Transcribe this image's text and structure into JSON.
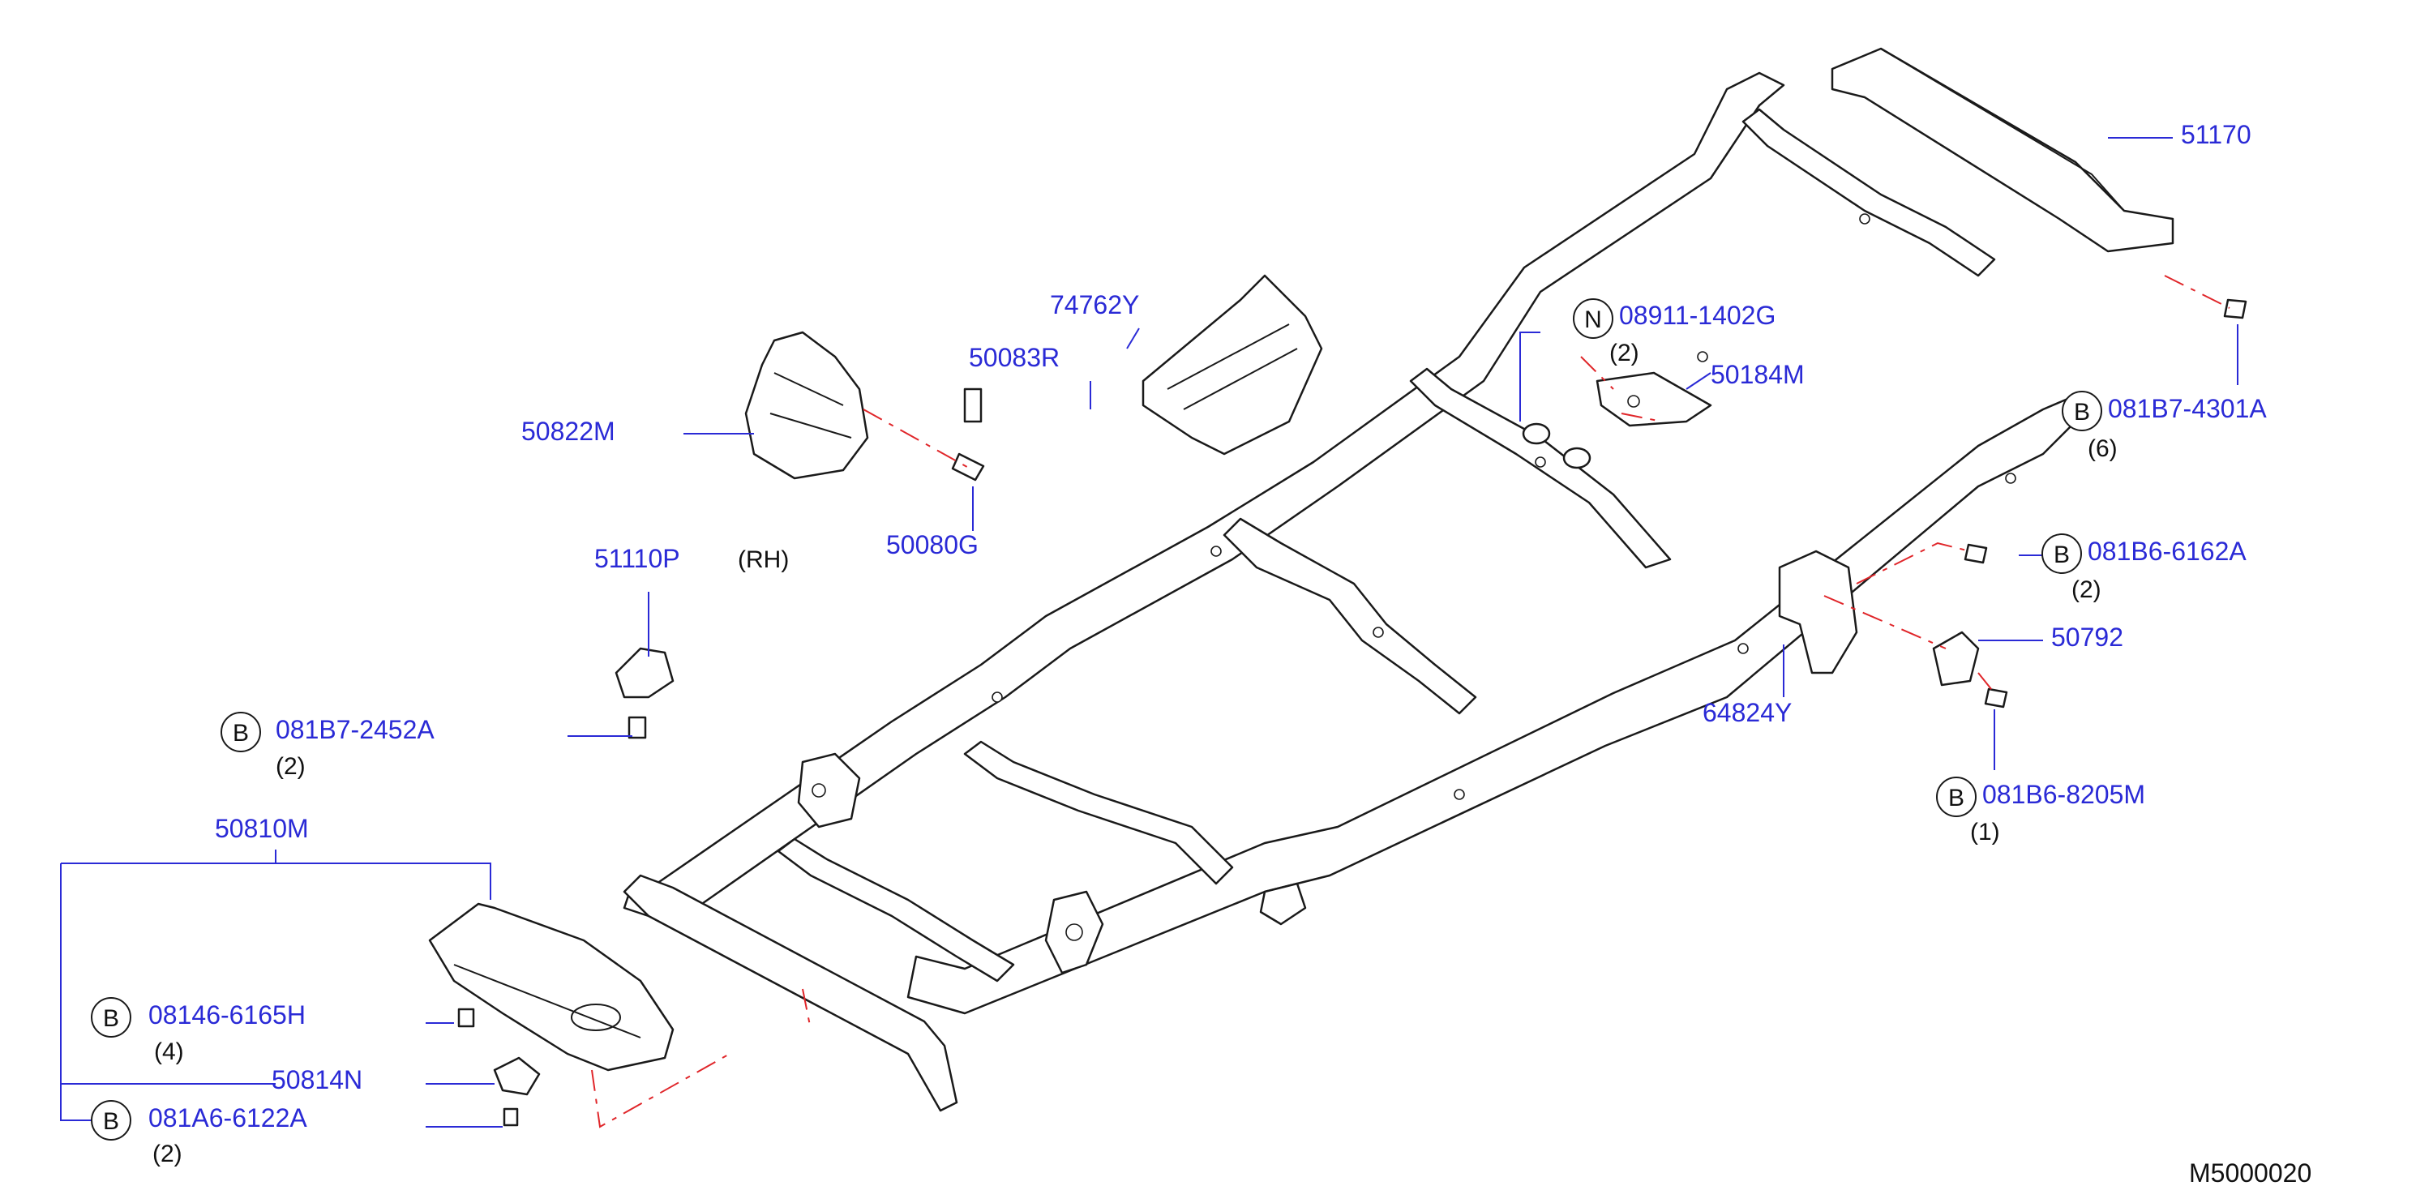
{
  "diagram": {
    "code": "M5000020",
    "note": "(RH)",
    "labels": {
      "p51170": "51170",
      "p74762Y": "74762Y",
      "p50083R": "50083R",
      "p50822M": "50822M",
      "p50080G": "50080G",
      "p51110P": "51110P",
      "p08911": "08911-1402G",
      "p50184M": "50184M",
      "p081B7_4301A": "081B7-4301A",
      "p081B6_6162A": "081B6-6162A",
      "p50792": "50792",
      "p64824Y": "64824Y",
      "p081B6_8205M": "081B6-8205M",
      "p081B7_2452A": "081B7-2452A",
      "p50810M": "50810M",
      "p08146": "08146-6165H",
      "p50814N": "50814N",
      "p081A6": "081A6-6122A"
    },
    "quantities": {
      "q08911": "(2)",
      "q4301A": "(6)",
      "q6162A": "(2)",
      "q8205M": "(1)",
      "q2452A": "(2)",
      "q08146": "(4)",
      "q081A6": "(2)"
    },
    "marks": {
      "b": "B",
      "n": "N"
    }
  }
}
